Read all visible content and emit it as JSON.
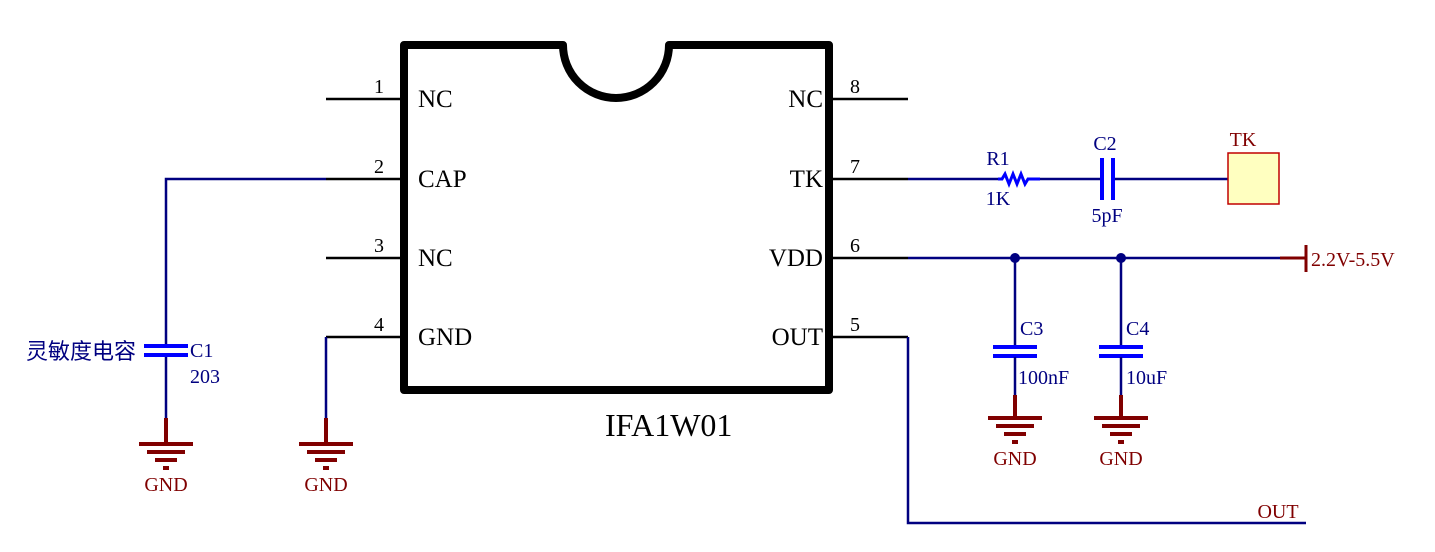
{
  "colors": {
    "wire": "#000080",
    "component": "#0000ff",
    "power": "#800000",
    "chip_outline": "#000000",
    "pad_fill": "#ffffc0",
    "pad_stroke": "#c00000"
  },
  "chip": {
    "name": "IFA1W01",
    "pins_left": [
      {
        "number": "1",
        "label": "NC"
      },
      {
        "number": "2",
        "label": "CAP"
      },
      {
        "number": "3",
        "label": "NC"
      },
      {
        "number": "4",
        "label": "GND"
      }
    ],
    "pins_right": [
      {
        "number": "8",
        "label": "NC"
      },
      {
        "number": "7",
        "label": "TK"
      },
      {
        "number": "6",
        "label": "VDD"
      },
      {
        "number": "5",
        "label": "OUT"
      }
    ]
  },
  "components": {
    "c1": {
      "designator": "C1",
      "value": "203",
      "note": "灵敏度电容"
    },
    "r1": {
      "designator": "R1",
      "value": "1K"
    },
    "c2": {
      "designator": "C2",
      "value": "5pF"
    },
    "c3": {
      "designator": "C3",
      "value": "100nF"
    },
    "c4": {
      "designator": "C4",
      "value": "10uF"
    },
    "tk_pad": {
      "label": "TK"
    }
  },
  "nets": {
    "gnd_label": "GND",
    "vdd_label": "2.2V-5.5V",
    "out_label": "OUT"
  }
}
